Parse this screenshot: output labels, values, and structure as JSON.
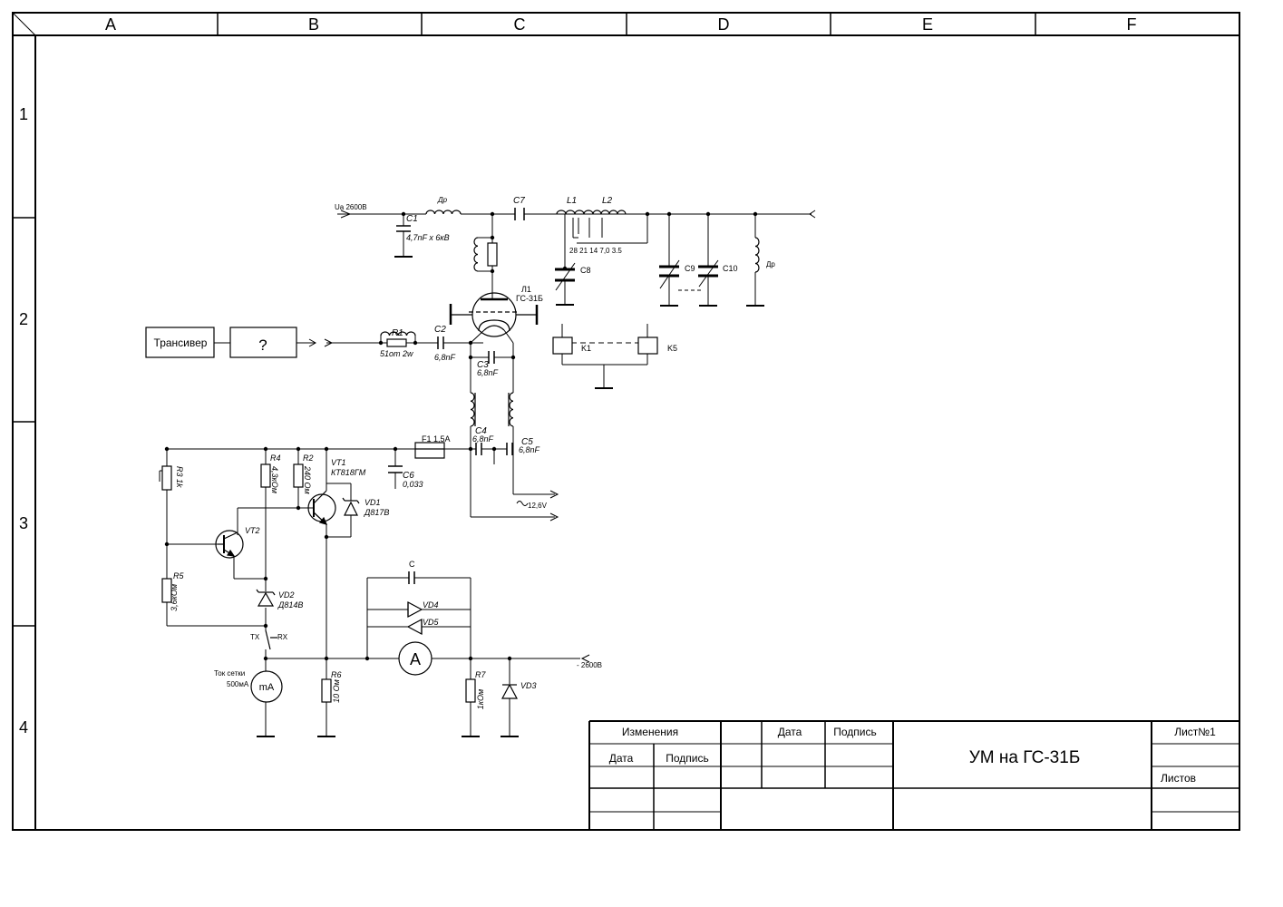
{
  "frame": {
    "columns": [
      "A",
      "B",
      "C",
      "D",
      "E",
      "F"
    ],
    "rows": [
      "1",
      "2",
      "3",
      "4"
    ]
  },
  "title_block": {
    "izmeneniya": "Изменения",
    "data": "Дата",
    "podpis": "Подпись",
    "data2": "Дата",
    "podpis2": "Подпись",
    "title": "УМ на ГС-31Б",
    "list": "Лист№1",
    "listov": "Листов"
  },
  "blocks": {
    "transceiver": "Трансивер",
    "unknown": "?"
  },
  "labels": {
    "ua": "Ua  2600В",
    "dr_top": "Др",
    "c7": "C7",
    "l1": "L1",
    "l2": "L2",
    "c1": "C1",
    "c1_val": "4,7nF x 6кВ",
    "taps": "28 21 14  7,0  3.5",
    "c8": "C8",
    "c9": "C9",
    "c10": "C10",
    "dr_right": "Др",
    "lamp": "Л1",
    "lamp_type": "ГС-31Б",
    "k1": "K1",
    "k5": "K5",
    "r1": "R1",
    "r1_val": "51om 2w",
    "c2": "C2",
    "c2_val": "6,8nF",
    "c3": "C3",
    "c3_val": "6,8nF",
    "c4": "C4",
    "c4_val": "6,8nF",
    "c5": "C5",
    "c5_val": "6,8nF",
    "f1": "F1  1,5A",
    "c6": "C6",
    "c6_val": "0,033",
    "heater": "12,6V",
    "r3": "R3 1k",
    "r4": "R4",
    "r4_val": "4,3кОм",
    "r2": "R2",
    "r2_val": "240 Ом",
    "vt1": "VT1",
    "vt1_type": "КТ818ГМ",
    "vd1": "VD1",
    "vd1_type": "Д817В",
    "vt2": "VT2",
    "r5": "R5",
    "r5_val": "3,6кОм",
    "vd2": "VD2",
    "vd2_type": "Д814В",
    "tx": "TX",
    "rx": "RX",
    "c_label": "C",
    "vd4": "VD4",
    "vd5": "VD5",
    "ammeter": "A",
    "minus_hv": "- 2600В",
    "grid_current": "Ток сетки",
    "grid_current_val": "500мА",
    "milliammeter": "mA",
    "r6": "R6",
    "r6_val": "10 Ом",
    "r7": "R7",
    "r7_val": "1кОм",
    "vd3": "VD3"
  }
}
